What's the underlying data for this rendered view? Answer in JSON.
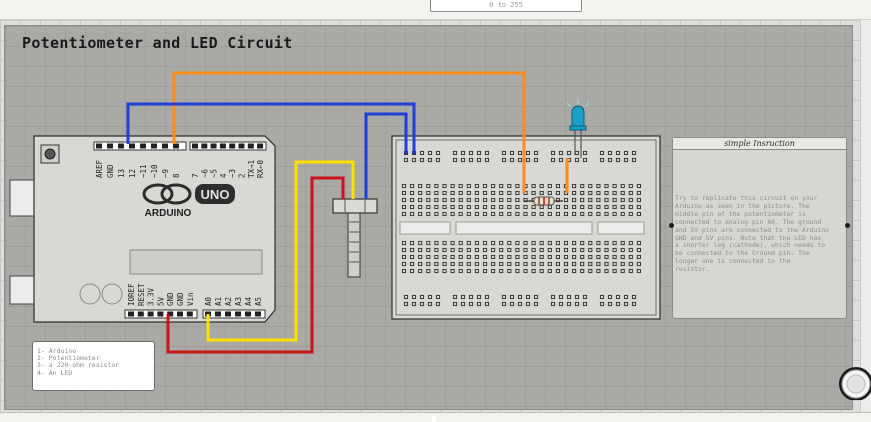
{
  "toolbar": {
    "field_hint": "0 to 255"
  },
  "circuit": {
    "title": "Potentiometer and LED Circuit",
    "arduino": {
      "brand_label": "ARDUINO",
      "model_label": "UNO",
      "digital_pins": [
        "AREF",
        "GND",
        "13",
        "12",
        "~11",
        "~10",
        "~9",
        "8",
        "7",
        "~6",
        "~5",
        "4",
        "~3",
        "2",
        "TX→1",
        "RX←0"
      ],
      "power_pins": [
        "IOREF",
        "RESET",
        "3.3V",
        "5V",
        "GND",
        "GND",
        "Vin"
      ],
      "analog_pins": [
        "A0",
        "A1",
        "A2",
        "A3",
        "A4",
        "A5"
      ]
    },
    "components_list": [
      "1- Arduino",
      "2- Potentiometer",
      "3- a 220-ohm resistor",
      "4- An LED"
    ],
    "instruction": {
      "header": "simple Insruction",
      "lines": [
        "Try to replicate this circuit on your",
        "Arduino as seen in the picture. The",
        "middle pin of the potentiometer is",
        "connected to analog pin A0. The ground",
        "and 5V pins are connected to the Arduino",
        "GND and 5V pins. Note that the LED has",
        "a shorter leg (cathode), which needs to",
        "be connected to the Ground pin. The",
        "longer one is connected to the",
        "resistor."
      ]
    },
    "wire_colors": {
      "orange": "#ff8c1a",
      "blue": "#1f3fd6",
      "yellow": "#ffe100",
      "red": "#c8141a"
    }
  }
}
